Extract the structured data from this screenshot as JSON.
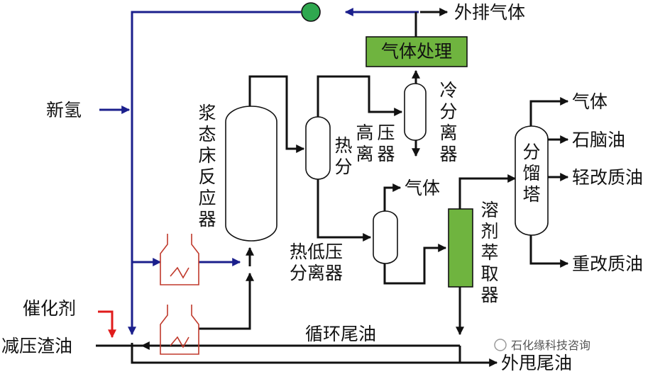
{
  "colors": {
    "process_line": "#111111",
    "hydrogen_line": "#1b1f8c",
    "catalyst_line": "#e01b1b",
    "heater": "#c0392b",
    "equipment_green": "#6fb43f",
    "compressor": "#2fa84f"
  },
  "labels": {
    "vent_gas": "外排气体",
    "gas_treatment": "气体处理",
    "new_hydrogen": "新氢",
    "slurry_reactor": [
      "浆",
      "态",
      "床",
      "反",
      "应",
      "器"
    ],
    "hot_hp_sep_col1": [
      "热",
      "分"
    ],
    "hot_hp_sep_col2": [
      "高",
      "离"
    ],
    "hot_hp_sep_col3": [
      "压",
      "器"
    ],
    "cold_sep": [
      "冷",
      "分",
      "离",
      "器"
    ],
    "fractionator": [
      "分",
      "馏",
      "塔"
    ],
    "gas_top": "气体",
    "naphtha": "石脑油",
    "light_oil": "轻改质油",
    "heavy_oil": "重改质油",
    "gas_mid": "气体",
    "hot_lp_sep_line1": "热低压",
    "hot_lp_sep_line2": "分离器",
    "solvent_extraction": [
      "溶",
      "剂",
      "萃",
      "取",
      "器"
    ],
    "catalyst": "催化剂",
    "vacuum_residue": "减压渣油",
    "recycle_tail_oil": "循环尾油",
    "export_tail_oil": "外甩尾油",
    "watermark": "石化缘科技咨询"
  }
}
